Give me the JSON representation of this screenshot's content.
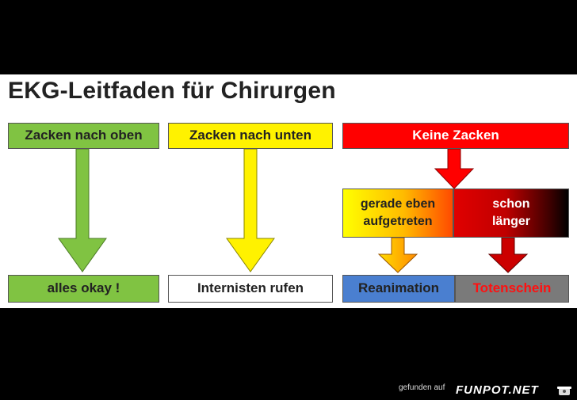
{
  "title": "EKG-Leitfaden für Chirurgen",
  "nodes": {
    "up": "Zacken nach oben",
    "down": "Zacken nach unten",
    "none": "Keine Zacken",
    "recent": "gerade eben\naufgetreten",
    "longer": "schon\nlänger",
    "okay": "alles okay !",
    "internist": "Internisten rufen",
    "reanimation": "Reanimation",
    "death_certificate": "Totenschein"
  },
  "footer": {
    "credit": "gefunden auf",
    "site": "FUNPOT.NET"
  },
  "colors": {
    "green": "#80c342",
    "yellow": "#fff200",
    "red": "#ff0000",
    "blue": "#4a7fd0",
    "gray": "#7a7a7a"
  }
}
